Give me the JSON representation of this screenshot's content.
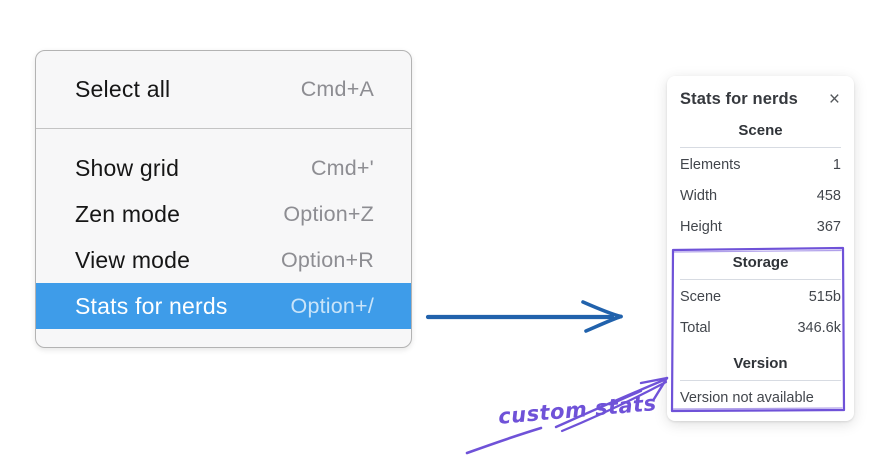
{
  "menu": {
    "sections": [
      {
        "items": [
          {
            "label": "Select all",
            "shortcut": "Cmd+A",
            "highlighted": false
          }
        ]
      },
      {
        "items": [
          {
            "label": "Show grid",
            "shortcut": "Cmd+'",
            "highlighted": false
          },
          {
            "label": "Zen mode",
            "shortcut": "Option+Z",
            "highlighted": false
          },
          {
            "label": "View mode",
            "shortcut": "Option+R",
            "highlighted": false
          },
          {
            "label": "Stats for nerds",
            "shortcut": "Option+/",
            "highlighted": true
          }
        ]
      }
    ]
  },
  "panel": {
    "title": "Stats for nerds",
    "close_label": "×",
    "sections": [
      {
        "header": "Scene",
        "rows": [
          {
            "label": "Elements",
            "value": "1"
          },
          {
            "label": "Width",
            "value": "458"
          },
          {
            "label": "Height",
            "value": "367"
          }
        ]
      },
      {
        "header": "Storage",
        "rows": [
          {
            "label": "Scene",
            "value": "515b"
          },
          {
            "label": "Total",
            "value": "346.6k"
          }
        ]
      },
      {
        "header": "Version",
        "rows": [],
        "note": "Version not available"
      }
    ]
  },
  "annotation": {
    "label": "custom stats"
  },
  "colors": {
    "menu_highlight": "#3e9ce9",
    "menu_highlight_text": "#ffffff",
    "arrow_blue": "#2162ac",
    "annotation_purple": "#6f52d8",
    "panel_text": "#42464c",
    "menu_shortcut_gray": "#8d8d92"
  }
}
